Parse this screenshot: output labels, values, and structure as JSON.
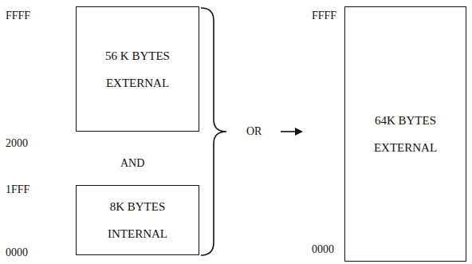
{
  "diagram": {
    "nodes": [
      {
        "text": [
          "56 K BYTES EXTERNAL"
        ]
      },
      {
        "text": [
          "8K BYTES INTERNAL"
        ]
      },
      {
        "text": [
          "64K BYTES EXTERNAL"
        ]
      }
    ],
    "labels": [
      "FFFF",
      "2000",
      "AND",
      "1FFF",
      "0000",
      "OR",
      "FFFF",
      "0000"
    ]
  }
}
